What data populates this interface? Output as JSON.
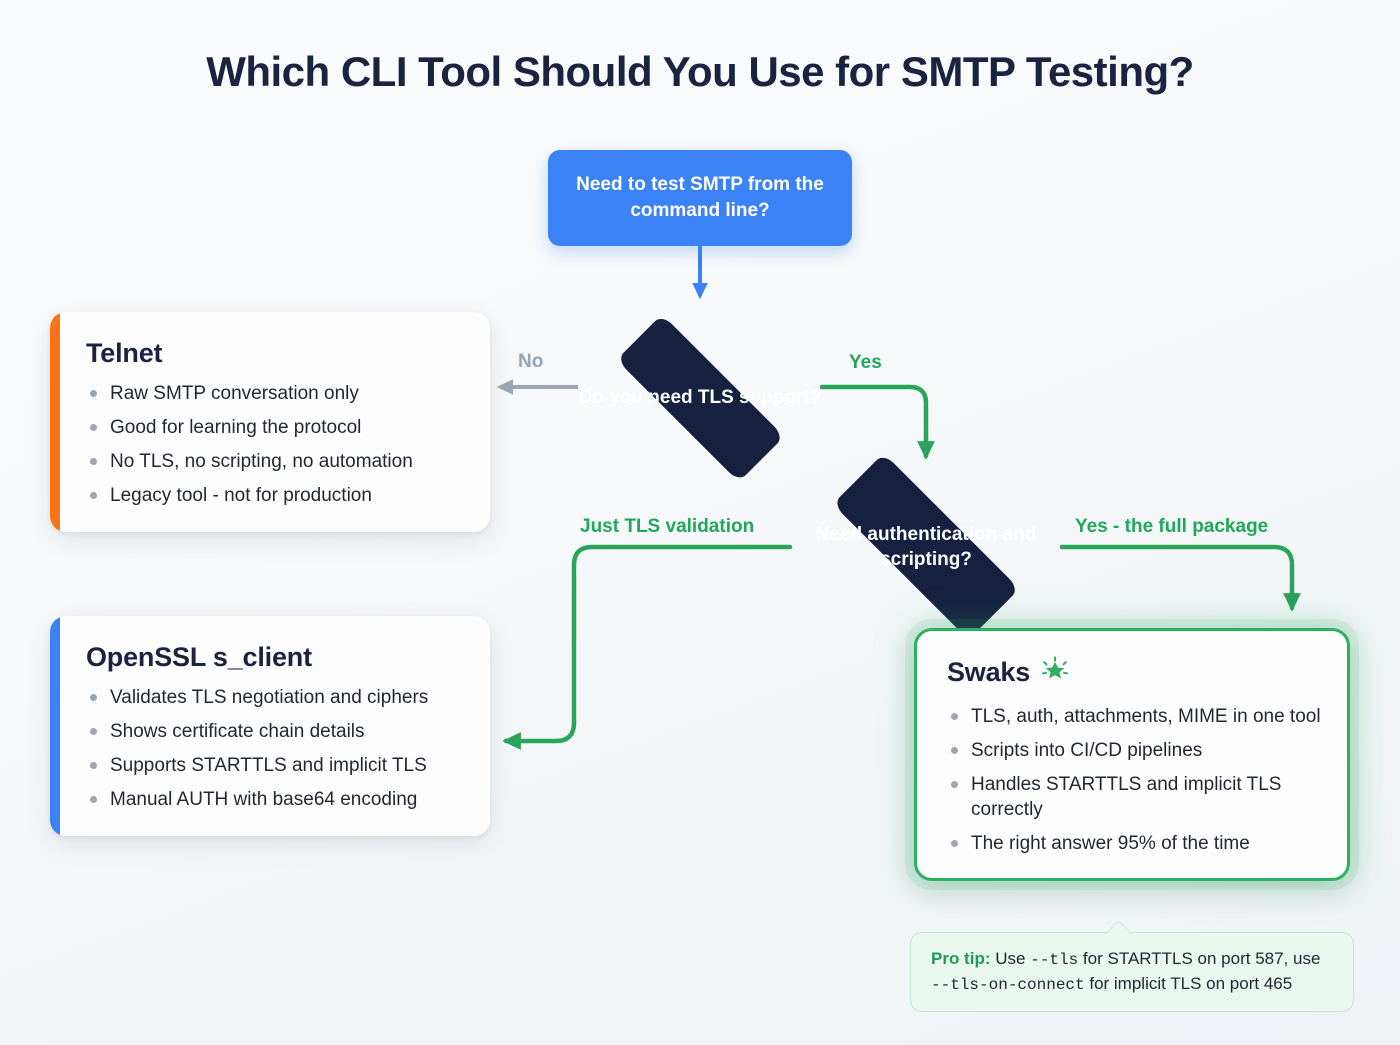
{
  "title": "Which CLI Tool Should You Use for SMTP Testing?",
  "colors": {
    "start_blue": "#3b82f6",
    "diamond_navy": "#16213f",
    "yes_green": "#22a75a",
    "edge_gray": "#94a3b8",
    "telnet_accent": "#f97316",
    "openssl_accent": "#3b82f6",
    "swaks_accent": "#2eb062",
    "page_background": "#f6f8fa"
  },
  "start_node": {
    "label": "Need to test SMTP from the command line?"
  },
  "decisions": [
    {
      "id": "tls",
      "label": "Do you need TLS support?",
      "branches": [
        {
          "label": "No",
          "color": "#94a3b8"
        },
        {
          "label": "Yes",
          "color": "#22a75a"
        }
      ]
    },
    {
      "id": "auth",
      "label": "Need authentication and scripting?",
      "branches": [
        {
          "label": "Just TLS validation",
          "color": "#22a75a"
        },
        {
          "label": "Yes - the full package",
          "color": "#22a75a"
        }
      ]
    }
  ],
  "cards": {
    "telnet": {
      "title": "Telnet",
      "accent": "#f97316",
      "bullets": [
        "Raw SMTP conversation only",
        "Good for learning the protocol",
        "No TLS, no scripting, no automation",
        "Legacy tool - not for production"
      ]
    },
    "openssl": {
      "title": "OpenSSL s_client",
      "accent": "#3b82f6",
      "bullets": [
        "Validates TLS negotiation and ciphers",
        "Shows certificate chain details",
        "Supports STARTTLS and implicit TLS",
        "Manual AUTH with base64 encoding"
      ]
    },
    "swaks": {
      "title": "Swaks",
      "icon": "sparkle-icon",
      "icon_glyph": "✳",
      "accent": "#2eb062",
      "bullets": [
        "TLS, auth, attachments, MIME in one tool",
        "Scripts into CI/CD pipelines",
        "Handles STARTTLS and implicit TLS correctly",
        "The right answer 95% of the time"
      ]
    }
  },
  "pro_tip": {
    "label": "Pro tip:",
    "text_1": " Use ",
    "code_1": "--tls",
    "text_2": " for STARTTLS on port 587, use ",
    "code_2": "--tls-on-connect",
    "text_3": " for implicit TLS on port 465"
  }
}
